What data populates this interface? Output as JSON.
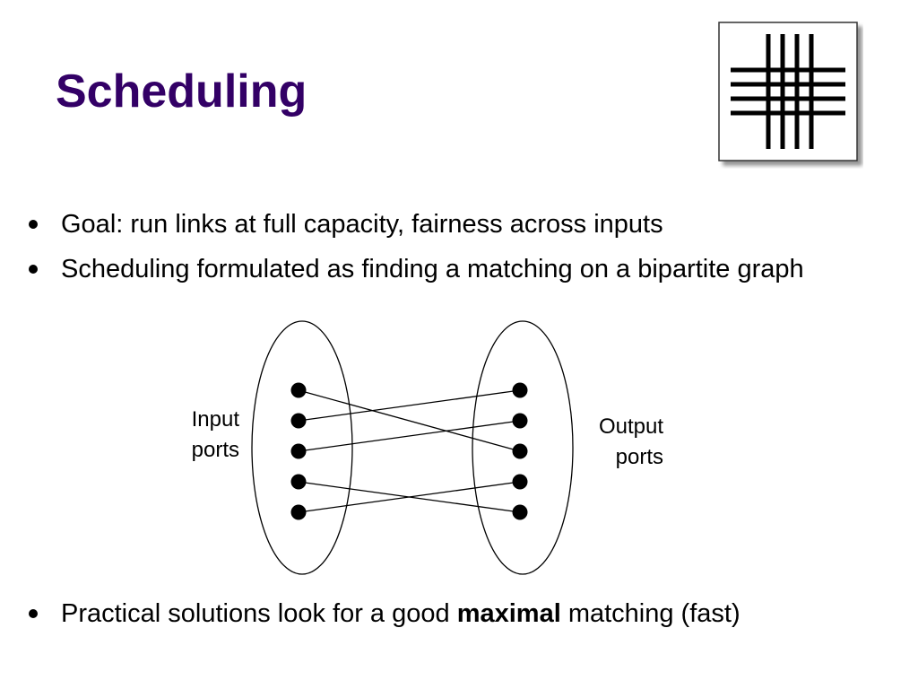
{
  "slide": {
    "title": "Scheduling",
    "title_color": "#330066"
  },
  "bullets_top": [
    "Goal: run links at full capacity, fairness across inputs",
    "Scheduling formulated as finding a matching on a bipartite graph"
  ],
  "bullet_bottom": {
    "before": "Practical solutions look for a good ",
    "bold": "maximal",
    "after": " matching (fast)"
  },
  "graph": {
    "input_label": [
      "Input",
      "ports"
    ],
    "output_label": [
      "Output",
      "ports"
    ],
    "input_port_count": 5,
    "output_port_count": 5,
    "edges": [
      [
        1,
        3
      ],
      [
        2,
        1
      ],
      [
        3,
        2
      ],
      [
        4,
        5
      ],
      [
        5,
        4
      ]
    ]
  },
  "logo": {
    "icon": "crossbar-switch-icon",
    "vertical_bars": 4,
    "horizontal_bars": 4
  }
}
